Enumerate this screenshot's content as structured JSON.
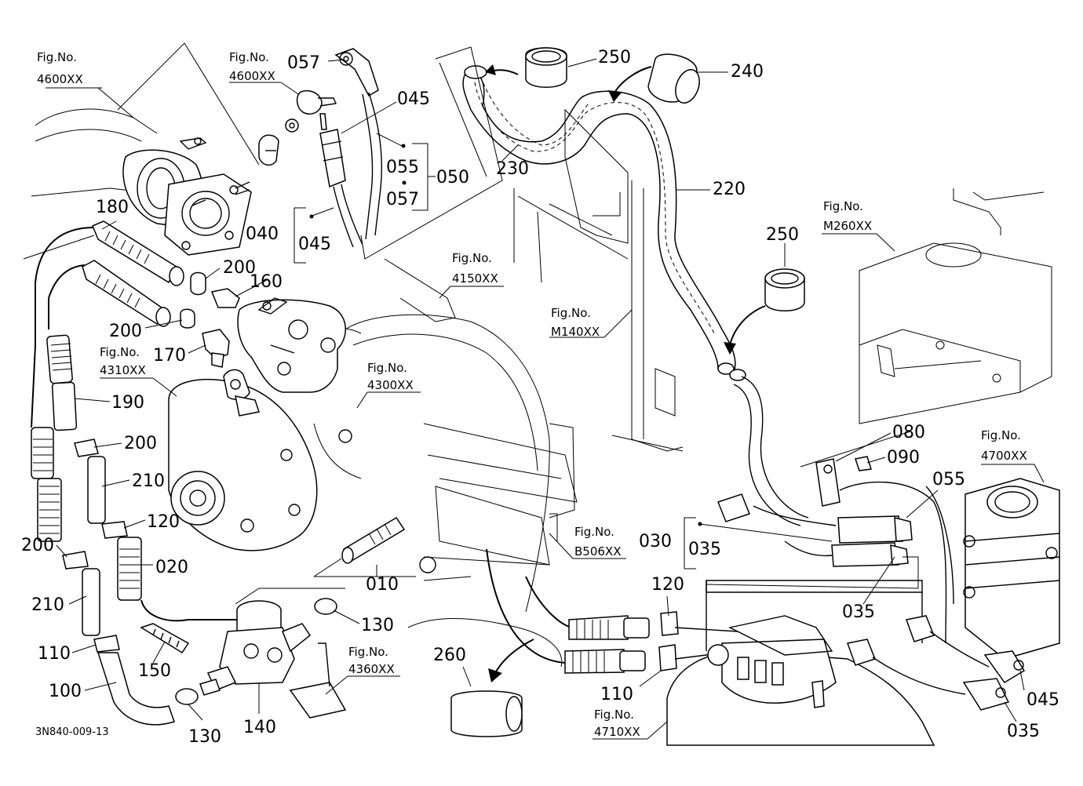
{
  "diagram_code": "3N840-009-13",
  "labels": {
    "l010": "010",
    "l020": "020",
    "l030": "030",
    "l035a": "035",
    "l035b": "035",
    "l035c": "035",
    "l040": "040",
    "l045a": "045",
    "l045b": "045",
    "l045c": "045",
    "l050": "050",
    "l055a": "055",
    "l055b": "055",
    "l057a": "057",
    "l057b": "057",
    "l080": "080",
    "l090": "090",
    "l100": "100",
    "l110a": "110",
    "l110b": "110",
    "l120a": "120",
    "l120b": "120",
    "l130a": "130",
    "l130b": "130",
    "l140": "140",
    "l150": "150",
    "l160": "160",
    "l170": "170",
    "l180": "180",
    "l190": "190",
    "l200a": "200",
    "l200b": "200",
    "l200c": "200",
    "l200d": "200",
    "l210a": "210",
    "l210b": "210",
    "l220": "220",
    "l230": "230",
    "l240": "240",
    "l250a": "250",
    "l250b": "250",
    "l260": "260"
  },
  "figs": {
    "f1": {
      "prefix": "Fig.No.",
      "code": "4600XX"
    },
    "f2": {
      "prefix": "Fig.No.",
      "code": "4600XX"
    },
    "f3": {
      "prefix": "Fig.No.",
      "code": "4150XX"
    },
    "f4": {
      "prefix": "Fig.No.",
      "code": "M140XX"
    },
    "f5": {
      "prefix": "Fig.No.",
      "code": "M260XX"
    },
    "f6": {
      "prefix": "Fig.No.",
      "code": "4310XX"
    },
    "f7": {
      "prefix": "Fig.No.",
      "code": "4300XX"
    },
    "f8": {
      "prefix": "Fig.No.",
      "code": "4700XX"
    },
    "f9": {
      "prefix": "Fig.No.",
      "code": "B506XX"
    },
    "f10": {
      "prefix": "Fig.No.",
      "code": "4360XX"
    },
    "f11": {
      "prefix": "Fig.No.",
      "code": "4710XX"
    }
  }
}
